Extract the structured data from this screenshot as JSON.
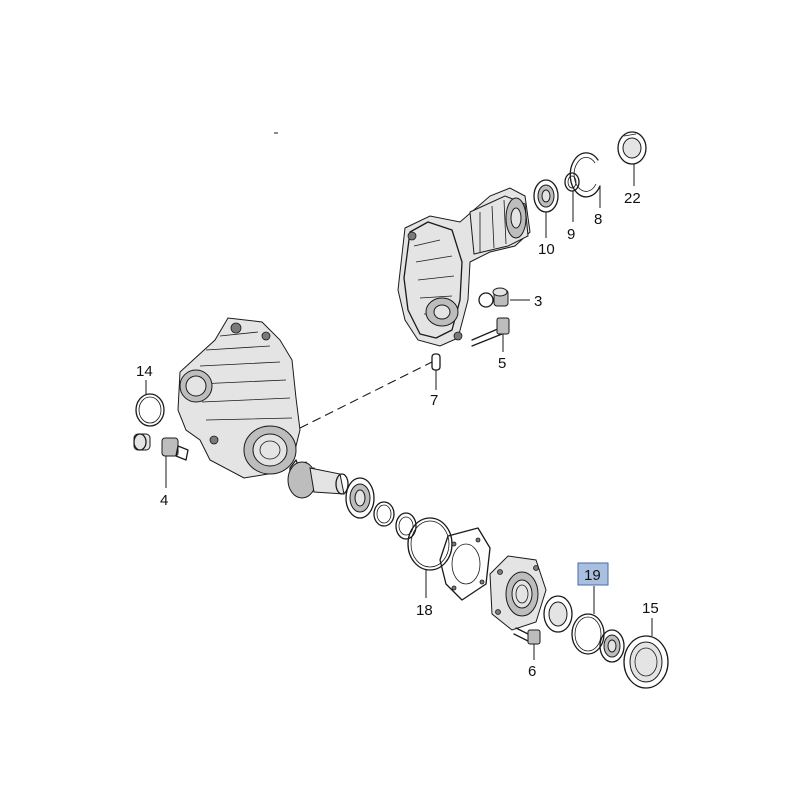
{
  "diagram": {
    "colors": {
      "line": "#1a1a1a",
      "highlight_fill": "#a9bfe0",
      "highlight_stroke": "#4a6aa8",
      "background": "#ffffff"
    },
    "highlighted_part": "19",
    "callouts": {
      "p22": "22",
      "p8": "8",
      "p9": "9",
      "p10": "10",
      "p3": "3",
      "p5": "5",
      "p7": "7",
      "p14": "14",
      "p4": "4",
      "p18": "18",
      "p19": "19",
      "p15": "15",
      "p6": "6"
    }
  }
}
